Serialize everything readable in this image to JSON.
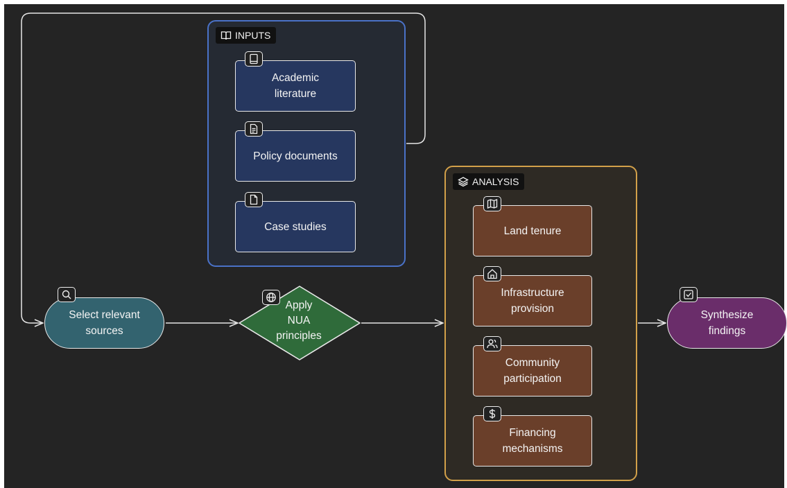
{
  "groups": {
    "inputs": {
      "label": "INPUTS",
      "icon": "book-open-icon",
      "border_color": "#4a72c8"
    },
    "analysis": {
      "label": "ANALYSIS",
      "icon": "layers-icon",
      "border_color": "#d3a14a"
    }
  },
  "inputs": [
    {
      "label": "Academic literature",
      "lines": [
        "Academic",
        "literature"
      ],
      "icon": "book-icon"
    },
    {
      "label": "Policy documents",
      "lines": [
        "Policy documents"
      ],
      "icon": "file-text-icon"
    },
    {
      "label": "Case studies",
      "lines": [
        "Case studies"
      ],
      "icon": "file-icon"
    }
  ],
  "analysis": [
    {
      "label": "Land tenure",
      "lines": [
        "Land tenure"
      ],
      "icon": "map-icon"
    },
    {
      "label": "Infrastructure provision",
      "lines": [
        "Infrastructure",
        "provision"
      ],
      "icon": "home-icon"
    },
    {
      "label": "Community participation",
      "lines": [
        "Community",
        "participation"
      ],
      "icon": "users-icon"
    },
    {
      "label": "Financing mechanisms",
      "lines": [
        "Financing",
        "mechanisms"
      ],
      "icon": "dollar-sign-icon"
    }
  ],
  "flow": {
    "select": {
      "lines": [
        "Select relevant",
        "sources"
      ],
      "icon": "search-icon",
      "color": "#33636f"
    },
    "apply": {
      "lines": [
        "Apply",
        "NUA",
        "principles"
      ],
      "icon": "globe-icon",
      "color": "#2f6b3a"
    },
    "synthesize": {
      "lines": [
        "Synthesize",
        "findings"
      ],
      "icon": "check-square-icon",
      "color": "#6a2d6a"
    }
  },
  "colors": {
    "background": "#242424",
    "input_node": "#26375f",
    "analysis_node": "#6a3f2a",
    "edge": "#e6e6e6"
  }
}
